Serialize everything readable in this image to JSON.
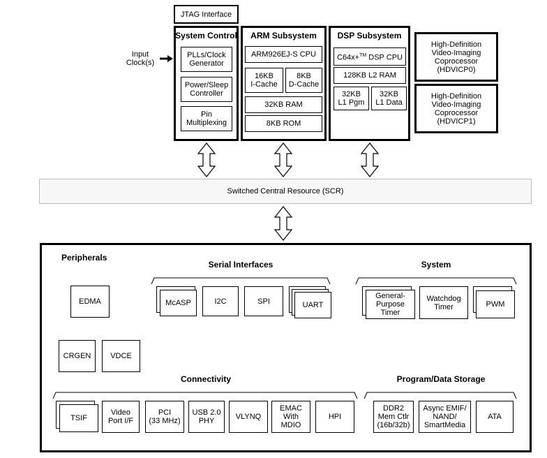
{
  "jtag": "JTAG Interface",
  "input_clock": "Input\nClock(s)",
  "system_control": {
    "title": "System Control",
    "items": [
      "PLLs/Clock\nGenerator",
      "Power/Sleep\nController",
      "Pin\nMultiplexing"
    ]
  },
  "arm": {
    "title": "ARM Subsystem",
    "cpu": "ARM926EJ-S CPU",
    "icache": "16KB\nI-Cache",
    "dcache": "8KB\nD-Cache",
    "ram": "32KB RAM",
    "rom": "8KB ROM"
  },
  "dsp": {
    "title": "DSP Subsystem",
    "cpu_prefix": "C64x+",
    "cpu_tm": "TM",
    "cpu_suffix": " DSP CPU",
    "l2": "128KB L2 RAM",
    "l1p": "32KB\nL1 Pgm",
    "l1d": "32KB\nL1 Data"
  },
  "hdvicp0": "High-Definition\nVideo-Imaging\nCoprocessor\n(HDVICP0)",
  "hdvicp1": "High-Definition\nVideo-Imaging\nCoprocessor\n(HDVICP1)",
  "scr": "Switched Central Resource (SCR)",
  "peripherals": {
    "title": "Peripherals",
    "edma": "EDMA",
    "crgen": "CRGEN",
    "vdce": "VDCE",
    "serial": {
      "title": "Serial Interfaces",
      "mcasp": "McASP",
      "i2c": "I2C",
      "spi": "SPI",
      "uart": "UART"
    },
    "system": {
      "title": "System",
      "gpt": "General-\nPurpose\nTimer",
      "wdt": "Watchdog\nTimer",
      "pwm": "PWM"
    },
    "connectivity": {
      "title": "Connectivity",
      "tsif": "TSIF",
      "video": "Video\nPort I/F",
      "pci": "PCI\n(33 MHz)",
      "usb": "USB 2.0\nPHY",
      "vlynq": "VLYNQ",
      "emac": "EMAC\nWith\nMDIO",
      "hpi": "HPI"
    },
    "storage": {
      "title": "Program/Data Storage",
      "ddr2": "DDR2\nMem Ctlr\n(16b/32b)",
      "emif": "Async EMIF/\nNAND/\nSmartMedia",
      "ata": "ATA"
    }
  }
}
